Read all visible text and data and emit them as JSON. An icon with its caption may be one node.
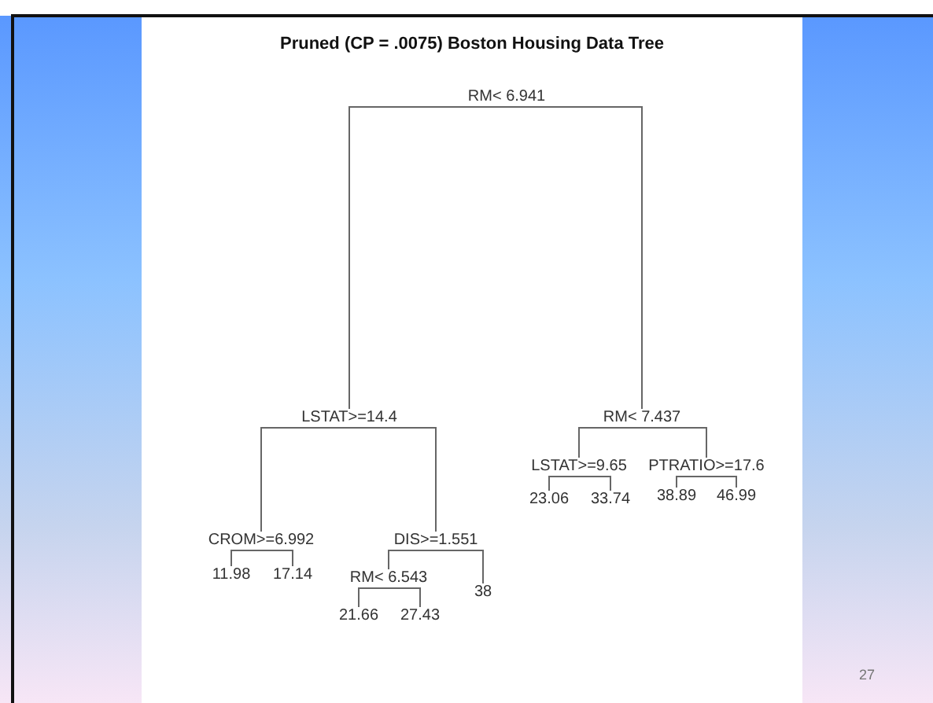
{
  "diagram": {
    "title": "Pruned (CP = .0075) Boston Housing Data Tree",
    "nodes": [
      {
        "text": [
          "RM< 6.941"
        ]
      },
      {
        "text": [
          "LSTAT>=14.4"
        ]
      },
      {
        "text": [
          "RM< 7.437"
        ]
      },
      {
        "text": [
          "CROM>=6.992"
        ]
      },
      {
        "text": [
          "DIS>=1.551"
        ]
      },
      {
        "text": [
          "LSTAT>=9.65"
        ]
      },
      {
        "text": [
          "PTRATIO>=17.6"
        ]
      },
      {
        "text": [
          "23.06"
        ]
      },
      {
        "text": [
          "33.74"
        ]
      },
      {
        "text": [
          "38.89"
        ]
      },
      {
        "text": [
          "46.99"
        ]
      },
      {
        "text": [
          "11.98"
        ]
      },
      {
        "text": [
          "17.14"
        ]
      },
      {
        "text": [
          "RM< 6.543"
        ]
      },
      {
        "text": [
          "38"
        ]
      },
      {
        "text": [
          "21.66"
        ]
      },
      {
        "text": [
          "27.43"
        ]
      }
    ],
    "edges": [
      {
        "from": 0,
        "to": 1,
        "arrow": "none"
      },
      {
        "from": 0,
        "to": 2,
        "arrow": "none"
      },
      {
        "from": 1,
        "to": 3,
        "arrow": "none"
      },
      {
        "from": 1,
        "to": 4,
        "arrow": "none"
      },
      {
        "from": 2,
        "to": 5,
        "arrow": "none"
      },
      {
        "from": 2,
        "to": 6,
        "arrow": "none"
      },
      {
        "from": 5,
        "to": 7,
        "arrow": "none"
      },
      {
        "from": 5,
        "to": 8,
        "arrow": "none"
      },
      {
        "from": 6,
        "to": 9,
        "arrow": "none"
      },
      {
        "from": 6,
        "to": 10,
        "arrow": "none"
      },
      {
        "from": 3,
        "to": 11,
        "arrow": "none"
      },
      {
        "from": 3,
        "to": 12,
        "arrow": "none"
      },
      {
        "from": 4,
        "to": 13,
        "arrow": "none"
      },
      {
        "from": 4,
        "to": 14,
        "arrow": "none"
      },
      {
        "from": 13,
        "to": 15,
        "arrow": "none"
      },
      {
        "from": 13,
        "to": 16,
        "arrow": "none"
      }
    ],
    "labels": [
      "27"
    ]
  }
}
